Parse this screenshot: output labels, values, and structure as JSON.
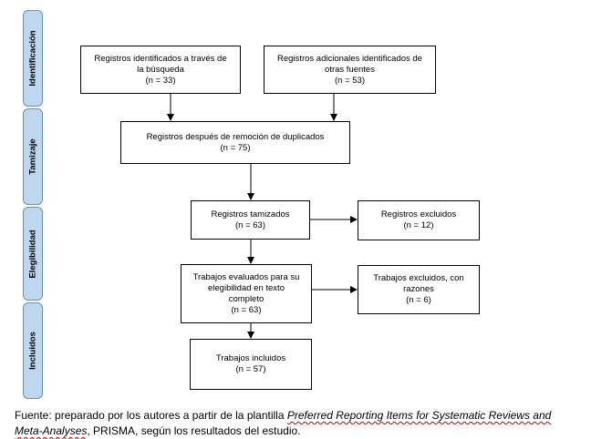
{
  "phases": {
    "identificacion": "Identificación",
    "tamizaje": "Tamizaje",
    "elegibilidad": "Elegibilidad",
    "incluidos": "Incluidos"
  },
  "boxes": {
    "identificados": {
      "line1": "Registros identificados a través de",
      "line2": "la búsqueda",
      "count": "(n = 33)"
    },
    "adicionales": {
      "line1": "Registros adicionales identificados de",
      "line2": "otras fuentes",
      "count": "(n = 53)"
    },
    "duplicados": {
      "line1": "Registros después de remoción de duplicados",
      "count": "(n = 75)"
    },
    "tamizados": {
      "line1": "Registros tamizados",
      "count": "(n = 63)"
    },
    "excluidos": {
      "line1": "Registros excluidos",
      "count": "(n = 12)"
    },
    "evaluados": {
      "line1": "Trabajos evaluados para su",
      "line2": "elegibilidad en texto",
      "line3": "completo",
      "count": "(n = 63)"
    },
    "excluidos_razones": {
      "line1": "Trabajos excluidos, con",
      "line2": "razones",
      "count": "(n = 6)"
    },
    "incluidos": {
      "line1": "Trabajos incluidos",
      "count": "(n = 57)"
    }
  },
  "caption": {
    "prefix": "Fuente: preparado por los autores a partir de la plantilla ",
    "italic1": "Preferred Reporting Items for Systematic Reviews and",
    "italic2": "Meta-Analyses",
    "suffix": ", PRISMA, según los resultados del estudio."
  }
}
